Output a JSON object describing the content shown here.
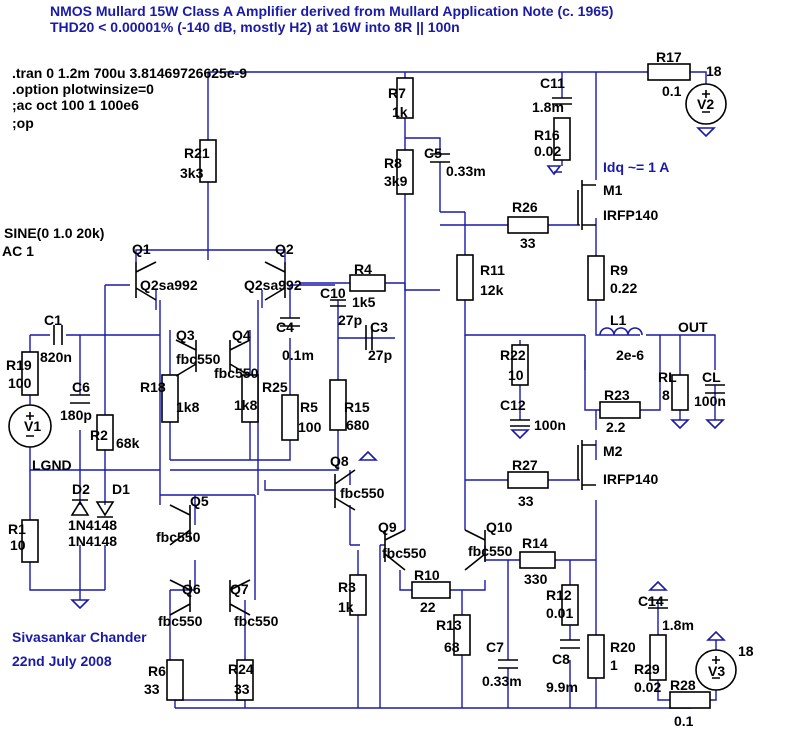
{
  "header": {
    "title": "NMOS Mullard 15W Class A Amplifier derived from Mullard Application Note (c. 1965)",
    "subtitle": "THD20 < 0.00001%  (-140 dB, mostly H2) at 16W into 8R || 100n"
  },
  "directives": [
    ".tran 0 1.2m 700u  3.81469726625e-9",
    ".option plotwinsize=0",
    ";ac oct 100 1 100e6",
    ";op"
  ],
  "source": {
    "line1": "SINE(0 1.0 20k)",
    "line2": "AC 1",
    "name": "V1"
  },
  "lgnd": "LGND",
  "idq": "Idq ~= 1 A",
  "out": "OUT",
  "author": {
    "name": "Sivasankar Chander",
    "date": "22nd July 2008"
  },
  "components": {
    "R17": {
      "name": "R17",
      "value": "0.1"
    },
    "V2": {
      "name": "V2",
      "value": "18"
    },
    "C11": {
      "name": "C11",
      "value": "1.8m"
    },
    "R16": {
      "name": "R16",
      "value": "0.02"
    },
    "R7": {
      "name": "R7",
      "value": "1k"
    },
    "R8": {
      "name": "R8",
      "value": "3k9"
    },
    "C5": {
      "name": "C5",
      "value": "0.33m"
    },
    "M1": {
      "name": "M1",
      "value": "IRFP140"
    },
    "R26": {
      "name": "R26",
      "value": "33"
    },
    "R21": {
      "name": "R21",
      "value": "3k3"
    },
    "Q1": {
      "name": "Q1",
      "value": "Q2sa992"
    },
    "Q2": {
      "name": "Q2",
      "value": "Q2sa992"
    },
    "R4": {
      "name": "R4",
      "value": "1k5"
    },
    "C10": {
      "name": "C10",
      "value": "27p"
    },
    "C3": {
      "name": "C3",
      "value": "27p"
    },
    "R11": {
      "name": "R11",
      "value": "12k"
    },
    "R9": {
      "name": "R9",
      "value": "0.22"
    },
    "L1": {
      "name": "L1",
      "value": "2e-6"
    },
    "C1": {
      "name": "C1",
      "value": "820n"
    },
    "R19": {
      "name": "R19",
      "value": "100"
    },
    "Q3": {
      "name": "Q3",
      "value": "fbc550"
    },
    "Q4": {
      "name": "Q4",
      "value": "fbc550"
    },
    "C4": {
      "name": "C4",
      "value": "0.1m"
    },
    "C6": {
      "name": "C6",
      "value": "180p"
    },
    "R18": {
      "name": "R18",
      "value": "1k8"
    },
    "R25": {
      "name": "R25",
      "value": "1k8"
    },
    "R5": {
      "name": "R5",
      "value": "100"
    },
    "R15": {
      "name": "R15",
      "value": "680"
    },
    "R2": {
      "name": "R2",
      "value": "68k"
    },
    "R22": {
      "name": "R22",
      "value": "10"
    },
    "C12": {
      "name": "C12",
      "value": "100n"
    },
    "R23": {
      "name": "R23",
      "value": "2.2"
    },
    "RL": {
      "name": "RL",
      "value": "8"
    },
    "CL": {
      "name": "CL",
      "value": "100n"
    },
    "Q8": {
      "name": "Q8",
      "value": "fbc550"
    },
    "M2": {
      "name": "M2",
      "value": "IRFP140"
    },
    "R27": {
      "name": "R27",
      "value": "33"
    },
    "D2": {
      "name": "D2",
      "value": "1N4148"
    },
    "D1": {
      "name": "D1",
      "value": "1N4148"
    },
    "R1": {
      "name": "R1",
      "value": "10"
    },
    "Q5": {
      "name": "Q5",
      "value": "fbc550"
    },
    "Q9": {
      "name": "Q9",
      "value": "fbc550"
    },
    "Q10": {
      "name": "Q10",
      "value": "fbc550"
    },
    "R14": {
      "name": "R14",
      "value": "330"
    },
    "R3": {
      "name": "R3",
      "value": "1k"
    },
    "R10": {
      "name": "R10",
      "value": "22"
    },
    "R12": {
      "name": "R12",
      "value": "0.01"
    },
    "Q6": {
      "name": "Q6",
      "value": "fbc550"
    },
    "Q7": {
      "name": "Q7",
      "value": "fbc550"
    },
    "R13": {
      "name": "R13",
      "value": "68"
    },
    "C7": {
      "name": "C7",
      "value": "0.33m"
    },
    "C8": {
      "name": "C8",
      "value": "9.9m"
    },
    "R20": {
      "name": "R20",
      "value": "1"
    },
    "C14": {
      "name": "C14",
      "value": "1.8m"
    },
    "R6": {
      "name": "R6",
      "value": "33"
    },
    "R24": {
      "name": "R24",
      "value": "33"
    },
    "R29": {
      "name": "R29",
      "value": "0.02"
    },
    "R28": {
      "name": "R28",
      "value": "0.1"
    },
    "V3": {
      "name": "V3",
      "value": "18"
    }
  }
}
